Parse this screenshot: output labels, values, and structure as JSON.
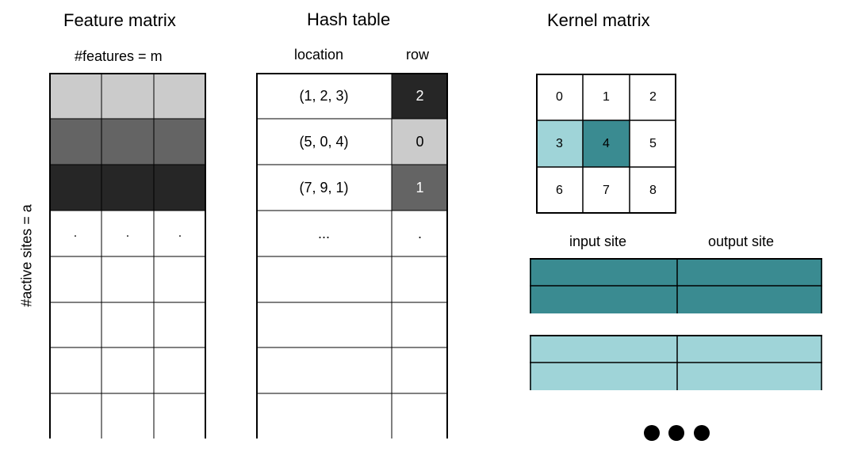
{
  "colors": {
    "light_gray": "#cbcbcb",
    "mid_gray": "#646464",
    "dark_gray": "#262626",
    "teal_dark": "#3a8b91",
    "teal_light": "#9fd4d8",
    "line": "#000000"
  },
  "feature_matrix": {
    "title": "Feature matrix",
    "columns_label": "#features = m",
    "rows_label": "#active sites = a",
    "rows": [
      {
        "fill": "light_gray",
        "cells": [
          "",
          "",
          ""
        ]
      },
      {
        "fill": "mid_gray",
        "cells": [
          "",
          "",
          ""
        ]
      },
      {
        "fill": "dark_gray",
        "cells": [
          "",
          "",
          ""
        ]
      },
      {
        "fill": "white",
        "cells": [
          ".",
          ".",
          "."
        ]
      },
      {
        "fill": "white",
        "cells": [
          "",
          "",
          ""
        ]
      },
      {
        "fill": "white",
        "cells": [
          "",
          "",
          ""
        ]
      },
      {
        "fill": "white",
        "cells": [
          "",
          "",
          ""
        ]
      },
      {
        "fill": "white",
        "cells": [
          "",
          "",
          ""
        ]
      }
    ]
  },
  "hash_table": {
    "title": "Hash table",
    "location_header": "location",
    "row_header": "row",
    "rows": [
      {
        "location": "(1, 2, 3)",
        "row": "2",
        "fill": "dark_gray"
      },
      {
        "location": "(5, 0, 4)",
        "row": "0",
        "fill": "light_gray"
      },
      {
        "location": "(7, 9, 1)",
        "row": "1",
        "fill": "mid_gray"
      },
      {
        "location": "...",
        "row": ".",
        "fill": "white"
      },
      {
        "location": "",
        "row": "",
        "fill": "white"
      },
      {
        "location": "",
        "row": "",
        "fill": "white"
      },
      {
        "location": "",
        "row": "",
        "fill": "white"
      },
      {
        "location": "",
        "row": "",
        "fill": "white"
      }
    ]
  },
  "kernel_matrix": {
    "title": "Kernel matrix",
    "cells": [
      {
        "label": "0",
        "fill": "white"
      },
      {
        "label": "1",
        "fill": "white"
      },
      {
        "label": "2",
        "fill": "white"
      },
      {
        "label": "3",
        "fill": "teal_light"
      },
      {
        "label": "4",
        "fill": "teal_dark"
      },
      {
        "label": "5",
        "fill": "white"
      },
      {
        "label": "6",
        "fill": "white"
      },
      {
        "label": "7",
        "fill": "white"
      },
      {
        "label": "8",
        "fill": "white"
      }
    ],
    "input_site_label": "input site",
    "output_site_label": "output site",
    "rulebooks": [
      {
        "fill": "teal_dark",
        "rows": 2
      },
      {
        "fill": "teal_light",
        "rows": 2
      }
    ]
  }
}
